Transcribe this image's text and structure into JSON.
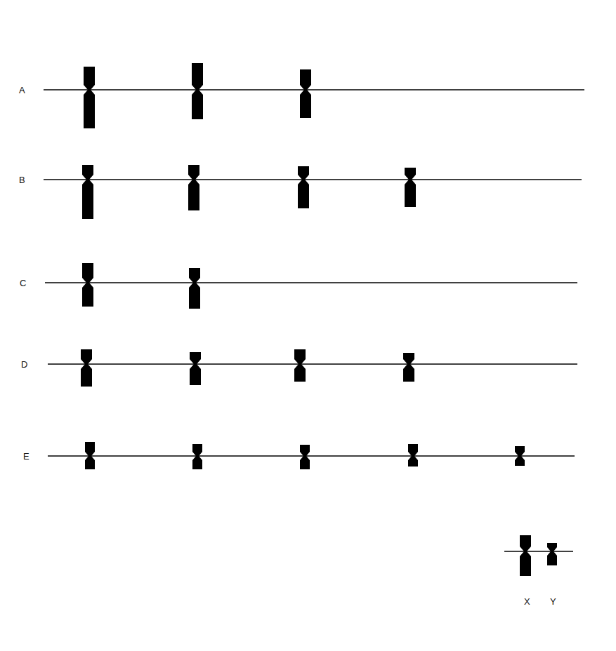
{
  "diagram": {
    "labels": [
      "A",
      "B",
      "C",
      "D",
      "E",
      "X",
      "Y"
    ]
  }
}
